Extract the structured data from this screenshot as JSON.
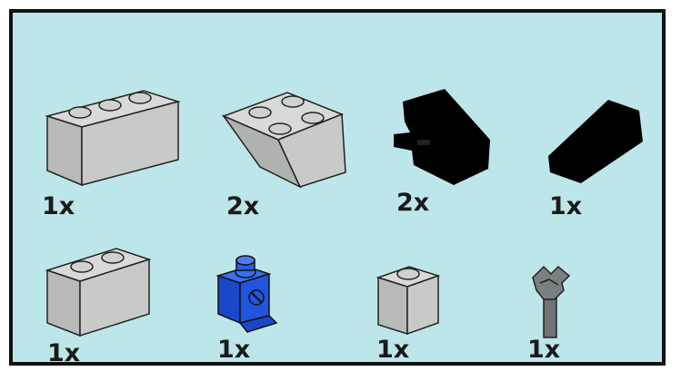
{
  "parts_list": {
    "background_color": "#bde6ea",
    "border_color": "#111111",
    "rows": [
      {
        "items": [
          {
            "name": "gray-brick-1x3",
            "icon": "brick-1x3-icon",
            "color": "#c8cac8",
            "quantity": "1x"
          },
          {
            "name": "gray-inverted-slope-2x2",
            "icon": "inverted-slope-2x2-icon",
            "color": "#c8cac8",
            "quantity": "2x"
          },
          {
            "name": "black-slope-part",
            "icon": "black-slope-icon",
            "color": "#000000",
            "quantity": "2x"
          },
          {
            "name": "black-wedge",
            "icon": "black-wedge-icon",
            "color": "#000000",
            "quantity": "1x"
          }
        ]
      },
      {
        "items": [
          {
            "name": "gray-brick-1x2",
            "icon": "brick-1x2-icon",
            "color": "#c8cac8",
            "quantity": "1x"
          },
          {
            "name": "blue-brick-1x1-with-clip",
            "icon": "brick-1x1-clip-icon",
            "color": "#2255dd",
            "quantity": "1x"
          },
          {
            "name": "gray-brick-1x1",
            "icon": "brick-1x1-icon",
            "color": "#c8cac8",
            "quantity": "1x"
          },
          {
            "name": "dark-gray-claw-bar",
            "icon": "claw-bar-icon",
            "color": "#6f7575",
            "quantity": "1x"
          }
        ]
      }
    ]
  }
}
